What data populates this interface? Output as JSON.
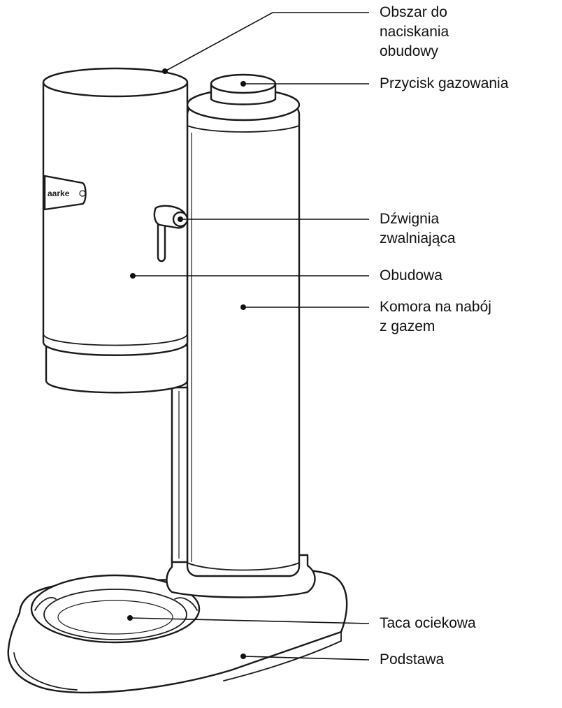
{
  "brand": {
    "logo_text": "aarke"
  },
  "callouts": {
    "casing_press_area": [
      "Obszar do",
      "naciskania",
      "obudowy"
    ],
    "carbonation_button": [
      "Przycisk gazowania"
    ],
    "release_lever": [
      "Dźwignia",
      "zwalniająca"
    ],
    "casing": [
      "Obudowa"
    ],
    "gas_cylinder_chamber": [
      "Komora na nabój",
      "z gazem"
    ],
    "drip_tray": [
      "Taca ociekowa"
    ],
    "base": [
      "Podstawa"
    ]
  }
}
